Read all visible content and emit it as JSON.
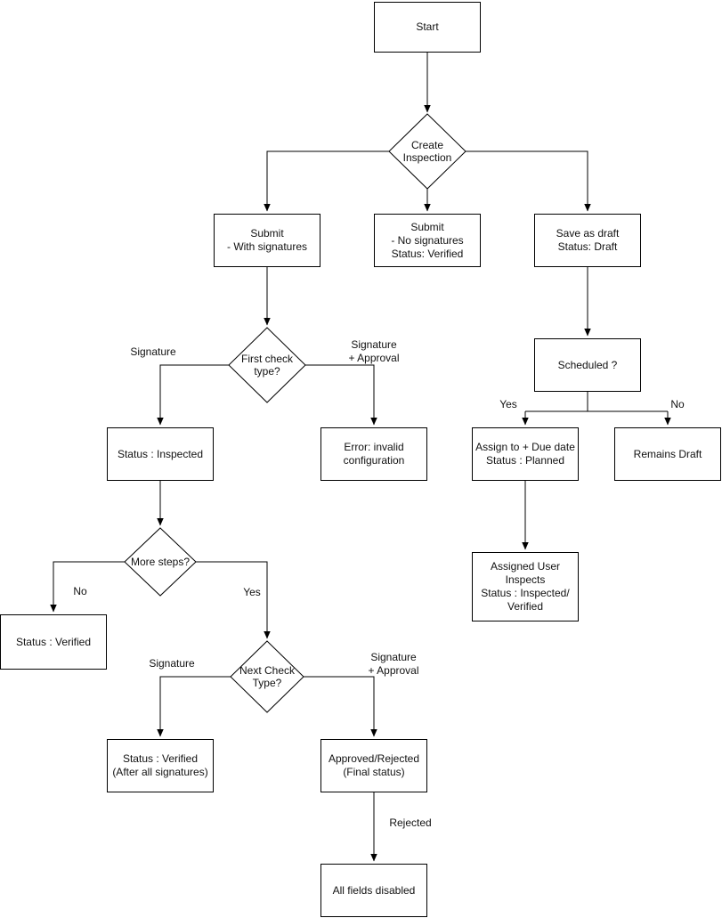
{
  "diagram": {
    "colors": {
      "background": "#ffffff",
      "line": "#000000",
      "node_fill": "#ffffff",
      "text": "#111111"
    },
    "nodes": {
      "start": {
        "label": "Start"
      },
      "create_inspection": {
        "label": "Create\nInspection"
      },
      "submit_with_signatures": {
        "label": "Submit\n- With signatures"
      },
      "submit_no_signatures": {
        "label": "Submit\n- No signatures\nStatus: Verified"
      },
      "save_as_draft": {
        "label": "Save as draft\nStatus: Draft"
      },
      "first_check_type": {
        "label": "First check\ntype?"
      },
      "status_inspected": {
        "label": "Status : Inspected"
      },
      "error_invalid_configuration": {
        "label": "Error: invalid\nconfiguration"
      },
      "scheduled": {
        "label": "Scheduled ?"
      },
      "assign_to_due_date": {
        "label": "Assign to + Due date\nStatus : Planned"
      },
      "remains_draft": {
        "label": "Remains Draft"
      },
      "assigned_user_inspects": {
        "label": "Assigned User\nInspects\nStatus : Inspected/\nVerified"
      },
      "more_steps": {
        "label": "More steps?"
      },
      "status_verified": {
        "label": "Status : Verified"
      },
      "next_check_type": {
        "label": "Next Check\nType?"
      },
      "status_verified_after": {
        "label": "Status : Verified\n(After all signatures)"
      },
      "approved_rejected": {
        "label": "Approved/Rejected\n(Final status)"
      },
      "all_fields_disabled": {
        "label": "All fields disabled"
      }
    },
    "edge_labels": {
      "first_signature": "Signature",
      "first_signature_approval": "Signature\n+ Approval",
      "scheduled_yes": "Yes",
      "scheduled_no": "No",
      "more_steps_no": "No",
      "more_steps_yes": "Yes",
      "next_signature": "Signature",
      "next_signature_approval": "Signature\n+ Approval",
      "rejected": "Rejected"
    }
  }
}
